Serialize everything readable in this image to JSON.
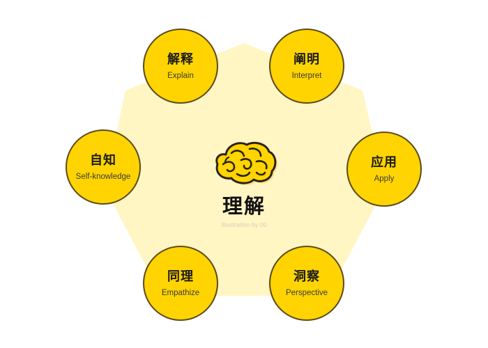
{
  "center": {
    "title": "理解",
    "credit": "Illustration by 00",
    "icon": "brain-icon"
  },
  "facets": [
    {
      "title": "解释",
      "subtitle": "Explain"
    },
    {
      "title": "阐明",
      "subtitle": "Interpret"
    },
    {
      "title": "应用",
      "subtitle": "Apply"
    },
    {
      "title": "洞察",
      "subtitle": "Perspective"
    },
    {
      "title": "同理",
      "subtitle": "Empathize"
    },
    {
      "title": "自知",
      "subtitle": "Self-knowledge"
    }
  ],
  "colors": {
    "hexagon_fill": "#FFF6C4",
    "node_fill": "#FFD400",
    "node_border": "#5A4A1C",
    "brain_fill": "#FFD400",
    "brain_outline": "#2b2214"
  }
}
